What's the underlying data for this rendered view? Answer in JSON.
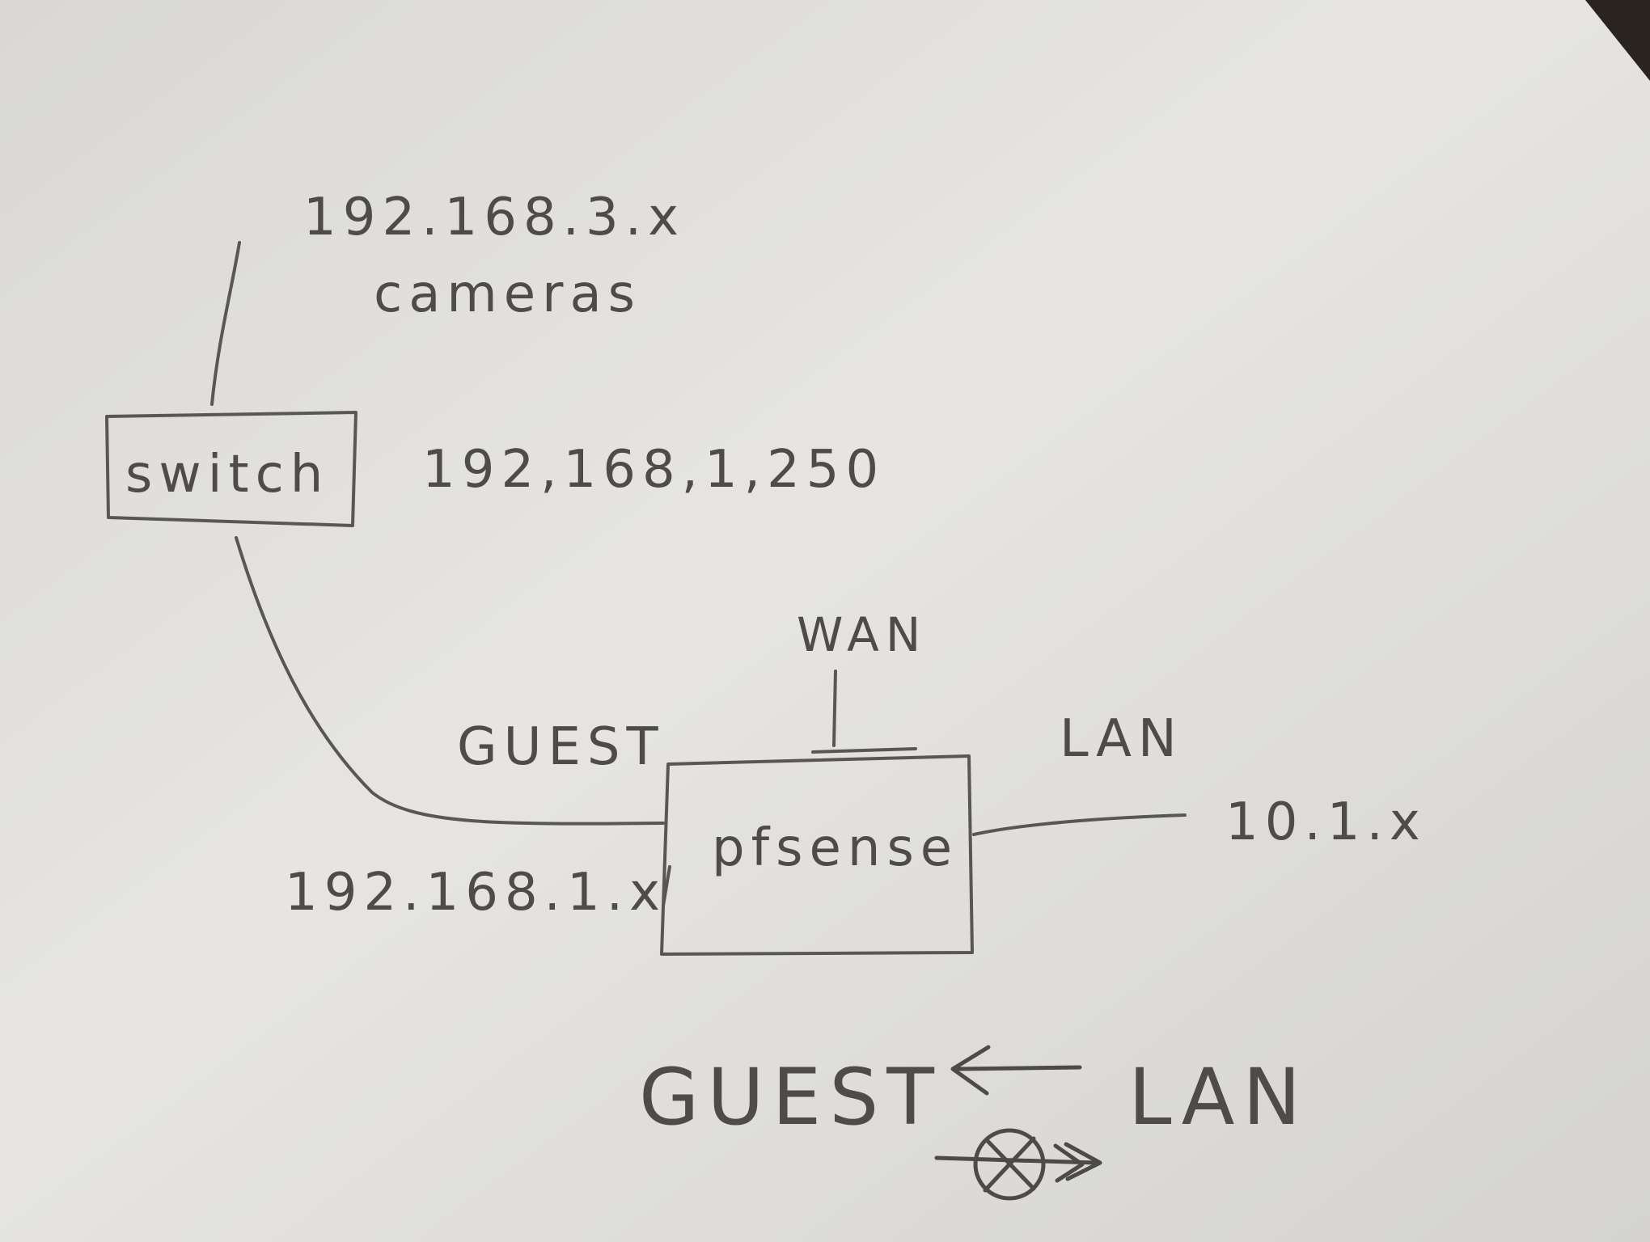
{
  "diagram": {
    "camera_subnet": "192.168.3.x",
    "camera_label": "cameras",
    "switch_label": "switch",
    "switch_ip": "192,168,1,250",
    "router_label": "pfsense",
    "wan_label": "WAN",
    "guest_label": "GUEST",
    "guest_subnet": "192.168.1.x",
    "lan_label": "LAN",
    "lan_subnet": "10.1.x"
  },
  "rule": {
    "left": "GUEST",
    "right": "LAN",
    "allowed_arrow": "LAN to GUEST allowed",
    "blocked_arrow": "GUEST to LAN blocked"
  }
}
